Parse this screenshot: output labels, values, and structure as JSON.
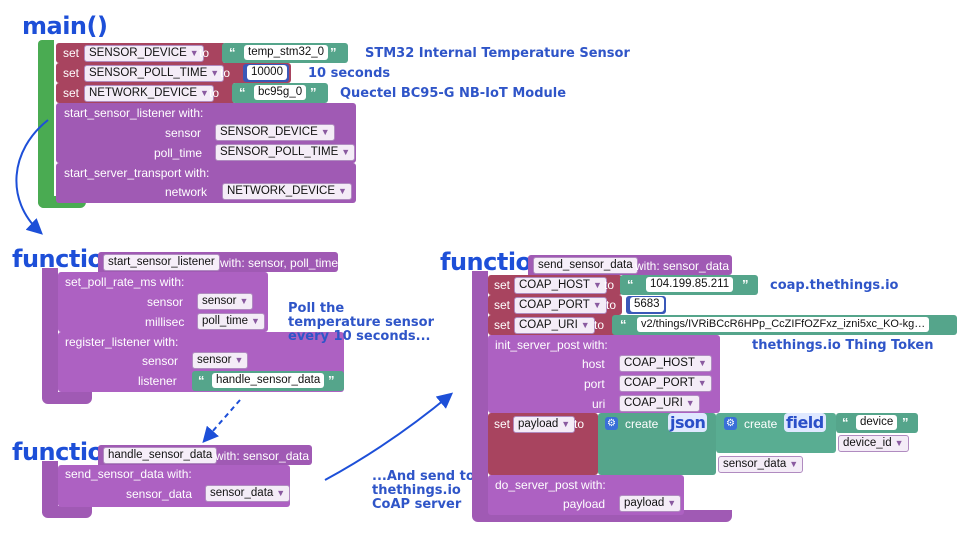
{
  "main": {
    "title": "main()",
    "set1": {
      "kw": "set",
      "var": "SENSOR_DEVICE",
      "to": "to",
      "value": "temp_stm32_0",
      "note": "STM32 Internal Temperature Sensor"
    },
    "set2": {
      "kw": "set",
      "var": "SENSOR_POLL_TIME",
      "to": "to",
      "value": "10000",
      "note": "10 seconds"
    },
    "set3": {
      "kw": "set",
      "var": "NETWORK_DEVICE",
      "to": "to",
      "value": "bc95g_0",
      "note": "Quectel BC95-G NB-IoT Module"
    },
    "listener": {
      "call": "start_sensor_listener  with:",
      "arg1": "sensor",
      "val1": "SENSOR_DEVICE",
      "arg2": "poll_time",
      "val2": "SENSOR_POLL_TIME"
    },
    "transport": {
      "call": "start_server_transport  with:",
      "arg1": "network",
      "val1": "NETWORK_DEVICE"
    }
  },
  "fn1": {
    "title": "function",
    "name": "start_sensor_listener",
    "params": "with: sensor, poll_time",
    "call1": "set_poll_rate_ms  with:",
    "a1": "sensor",
    "v1": "sensor",
    "a2": "millisec",
    "v2": "poll_time",
    "call2": "register_listener  with:",
    "a3": "sensor",
    "v3": "sensor",
    "a4": "listener",
    "v4": "handle_sensor_data",
    "note": "Poll the temperature sensor every 10 seconds..."
  },
  "fn2": {
    "title": "function",
    "name": "handle_sensor_data",
    "params": "with: sensor_data",
    "call": "send_sensor_data  with:",
    "a1": "sensor_data",
    "v1": "sensor_data",
    "note": "...And send to thethings.io CoAP server"
  },
  "fn3": {
    "title": "function",
    "name": "send_sensor_data",
    "params": "with: sensor_data",
    "s1": {
      "kw": "set",
      "var": "COAP_HOST",
      "to": "to",
      "value": "104.199.85.211",
      "note": "coap.thethings.io"
    },
    "s2": {
      "kw": "set",
      "var": "COAP_PORT",
      "to": "to",
      "value": "5683"
    },
    "s3": {
      "kw": "set",
      "var": "COAP_URI",
      "to": "to",
      "value": "v2/things/IVRiBCcR6HPp_CcZIFfOZFxz_izni5xc_KO-kg…",
      "note": "thethings.io Thing Token"
    },
    "init": {
      "call": "init_server_post  with:",
      "a1": "host",
      "v1": "COAP_HOST",
      "a2": "port",
      "v2": "COAP_PORT",
      "a3": "uri",
      "v3": "COAP_URI"
    },
    "payload": {
      "kw": "set",
      "var": "payload",
      "to": "to",
      "create1": "create",
      "json": "json",
      "create2": "create",
      "field": "field",
      "str": "device",
      "v1": "device_id",
      "v2": "sensor_data"
    },
    "post": {
      "call": "do_server_post  with:",
      "a1": "payload",
      "v1": "payload"
    }
  },
  "colors": {
    "procedure": "#a05ab4",
    "main": "#4aab52",
    "variable": "#a8445f",
    "text": "#55a58b",
    "annotation": "#1d4fd8"
  }
}
